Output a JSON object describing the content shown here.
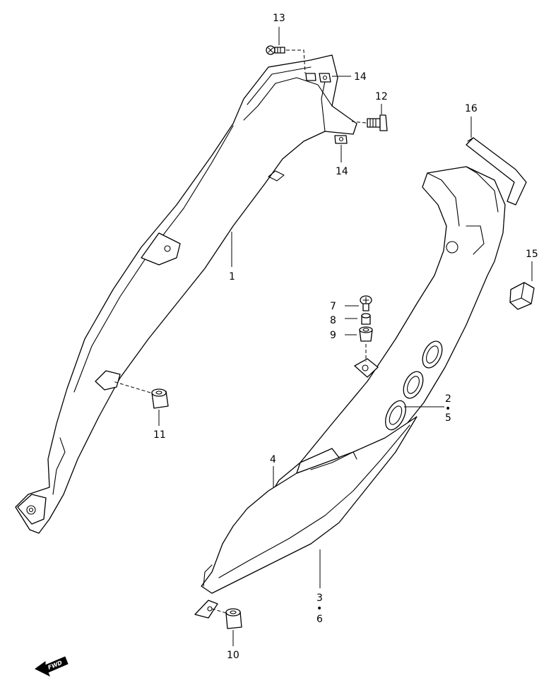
{
  "callouts": {
    "c1": "1",
    "c2": "2",
    "c3": "3",
    "c4": "4",
    "c5": "5",
    "c6": "6",
    "c7": "7",
    "c8": "8",
    "c9": "9",
    "c10": "10",
    "c11": "11",
    "c12": "12",
    "c13": "13",
    "c14a": "14",
    "c14b": "14",
    "c15": "15",
    "c16": "16"
  },
  "separator": "•",
  "fwd_badge": "FWD"
}
